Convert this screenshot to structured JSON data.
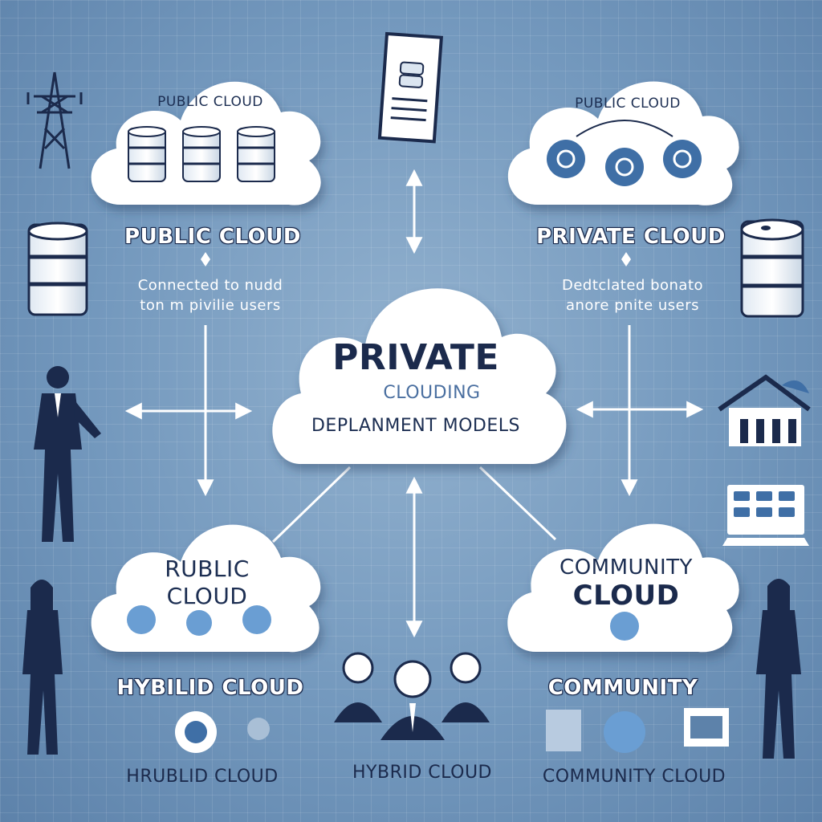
{
  "center": {
    "title": "PRIVATE",
    "subtitle": "CLOUDING",
    "caption": "DEPLANMENT MODELS"
  },
  "top_left_cloud": {
    "label": "PUBLIC CLOUD"
  },
  "top_right_cloud": {
    "label": "PUBLIC CLOUD"
  },
  "bottom_left_cloud": {
    "label_line1": "RUBLIC",
    "label_line2": "CLOUD"
  },
  "bottom_right_cloud": {
    "label_line1": "COMMUNITY",
    "label_line2": "CLOUD"
  },
  "left_column": {
    "heading": "PUBLIC CLOUD",
    "desc_line1": "Connected to nudd",
    "desc_line2": "ton m pivilie users",
    "hybrid_heading": "HYBILID CLOUD",
    "hybrid_caption": "HRUBLID CLOUD"
  },
  "right_column": {
    "heading": "PRIVATE CLOUD",
    "desc_line1": "Dedtclated bonato",
    "desc_line2": "anore pnite users",
    "community_heading": "COMMUNITY",
    "community_caption": "COMMUNITY CLOUD"
  },
  "bottom_center": {
    "caption": "HYBRID CLOUD"
  },
  "colors": {
    "background": "#7398bd",
    "cloud_fill": "#ffffff",
    "navy": "#1b2a4c",
    "accent_blue": "#3f6fa6"
  }
}
